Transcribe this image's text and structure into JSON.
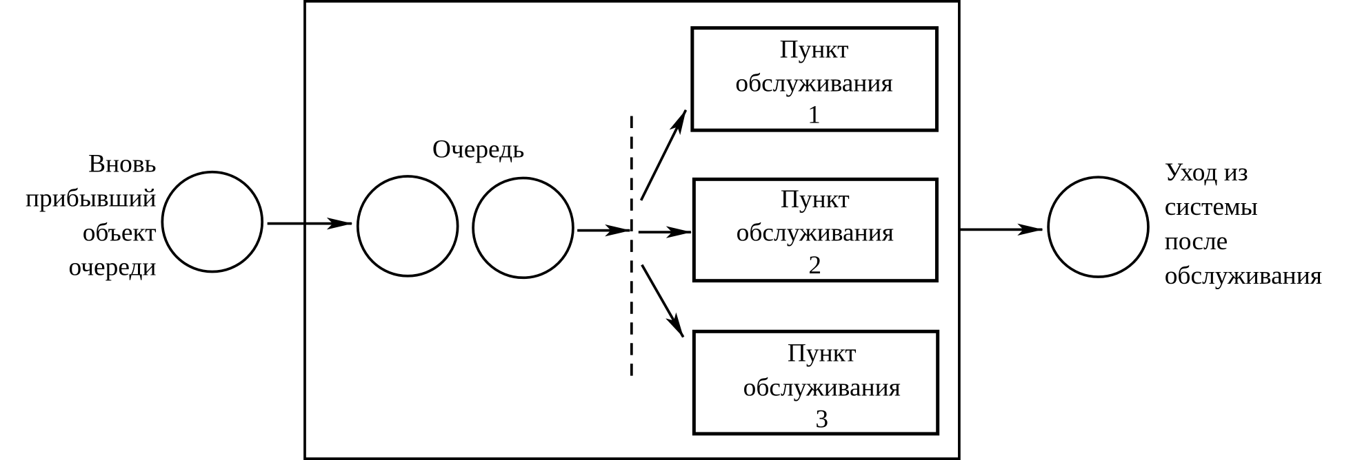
{
  "diagram": {
    "title": "Queueing system",
    "arrival": {
      "label_lines": [
        "Вновь",
        "прибывший",
        "объект",
        "очереди"
      ]
    },
    "queue": {
      "label": "Очередь",
      "items": 2
    },
    "servers": [
      {
        "label_lines": [
          "Пункт",
          "обслуживания",
          "1"
        ]
      },
      {
        "label_lines": [
          "Пункт",
          "обслуживания",
          "2"
        ]
      },
      {
        "label_lines": [
          "Пункт",
          "обслуживания",
          "3"
        ]
      }
    ],
    "departure": {
      "label_lines": [
        "Уход из",
        "системы",
        "после",
        "обслуживания"
      ]
    },
    "colors": {
      "stroke": "#000000",
      "background": "#ffffff"
    }
  }
}
